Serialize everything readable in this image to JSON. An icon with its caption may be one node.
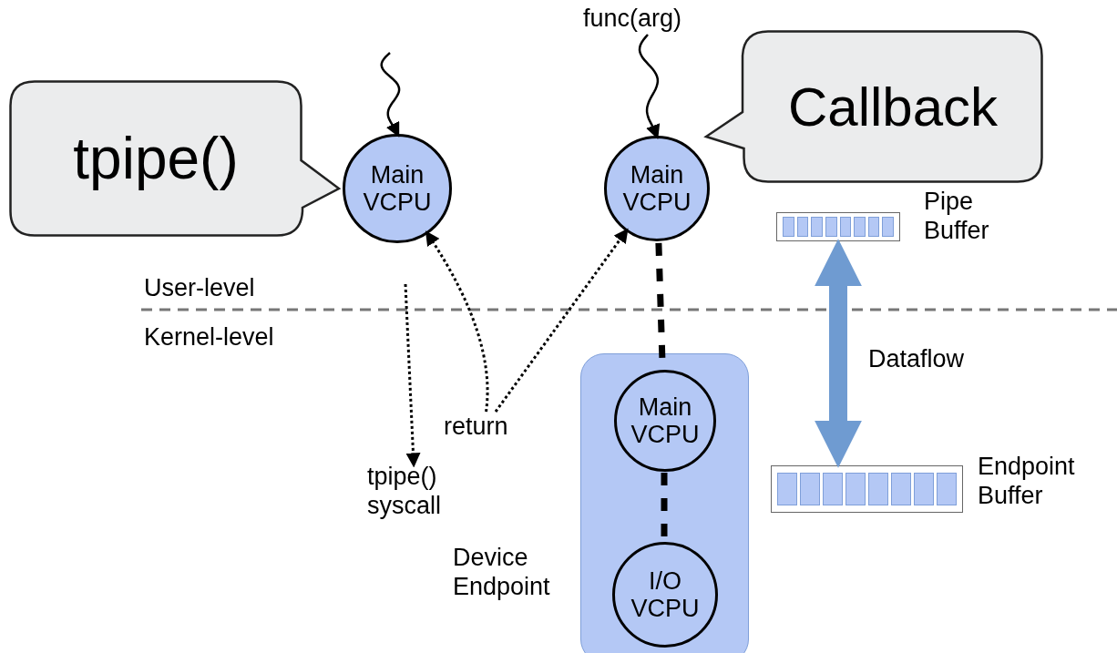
{
  "diagram": {
    "nodes": [
      {
        "text": [
          "tpipe()"
        ]
      },
      {
        "text": [
          "Main VCPU"
        ]
      },
      {
        "text": [
          "Callback"
        ]
      },
      {
        "text": [
          "Main VCPU"
        ]
      },
      {
        "text": [
          "func(arg)"
        ]
      },
      {
        "text": [
          "tpipe() syscall"
        ]
      },
      {
        "text": [
          "return"
        ]
      },
      {
        "text": [
          "Device Endpoint"
        ]
      },
      {
        "text": [
          "Main VCPU"
        ],
        "in": 7
      },
      {
        "text": [
          "I/O VCPU"
        ],
        "in": 7
      },
      {
        "text": [
          "Pipe Buffer"
        ]
      },
      {
        "text": [
          "Endpoint Buffer"
        ]
      }
    ],
    "edges": [
      {
        "from": null,
        "to": 1,
        "arrow": "to"
      },
      {
        "from": 4,
        "to": 3,
        "arrow": "to"
      },
      {
        "from": null,
        "to": 5,
        "arrow": "to",
        "style": "dashed"
      },
      {
        "from": 6,
        "to": 1,
        "arrow": "to",
        "style": "dashed"
      },
      {
        "from": 6,
        "to": 3,
        "arrow": "to",
        "style": "dashed"
      },
      {
        "from": 3,
        "to": 8,
        "arrow": "none",
        "style": "dashed"
      },
      {
        "from": 8,
        "to": 9,
        "arrow": "none",
        "style": "dashed"
      },
      {
        "from": 10,
        "to": 11,
        "arrow": "both",
        "label": "Dataflow",
        "style": "thick",
        "color": "#6f9bd1"
      }
    ],
    "labels": [
      "User-level",
      "Kernel-level"
    ]
  }
}
